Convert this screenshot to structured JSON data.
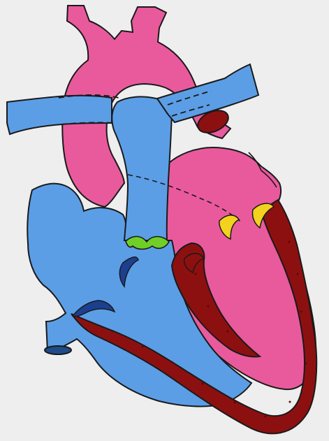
{
  "colors": {
    "background": "#eeeeee",
    "outline": "#1a1a1a",
    "oxygenated_pink": "#e95a9c",
    "deoxygenated_blue": "#5b9ee6",
    "myocardium_dark_red": "#8d1010",
    "valve_green": "#6fcf27",
    "valve_yellow": "#f2d21e",
    "valve_dark_blue": "#1d3f8f",
    "vessel_cut_dark": "#8d1010",
    "vessel_cut_blue": "#1f4c88"
  },
  "icons": {
    "aortic_arch": "aortic-arch-shape",
    "pulmonary_artery": "pulmonary-artery-shape",
    "left_heart": "left-heart-shape",
    "right_heart": "right-heart-shape",
    "myocardium": "myocardium-wall-shape",
    "valves": "valve-shapes"
  }
}
